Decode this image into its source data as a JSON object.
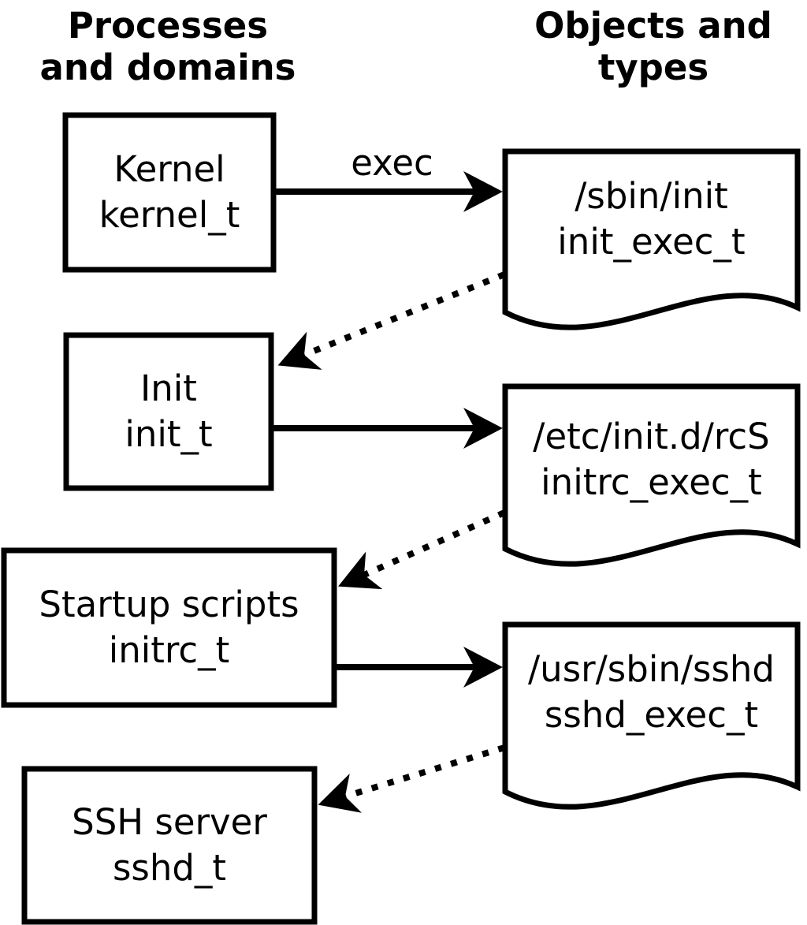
{
  "headers": {
    "left": {
      "line1": "Processes",
      "line2": "and domains"
    },
    "right": {
      "line1": "Objects and",
      "line2": "types"
    }
  },
  "processes": [
    {
      "name": "Kernel",
      "type": "kernel_t"
    },
    {
      "name": "Init",
      "type": "init_t"
    },
    {
      "name": "Startup scripts",
      "type": "initrc_t"
    },
    {
      "name": "SSH server",
      "type": "sshd_t"
    }
  ],
  "objects": [
    {
      "path": "/sbin/init",
      "type": "init_exec_t"
    },
    {
      "path": "/etc/init.d/rcS",
      "type": "initrc_exec_t"
    },
    {
      "path": "/usr/sbin/sshd",
      "type": "sshd_exec_t"
    }
  ],
  "edges": {
    "exec_label": "exec",
    "solid": [
      {
        "from": "kernel_t",
        "to": "init_exec_t",
        "label": "exec"
      },
      {
        "from": "init_t",
        "to": "initrc_exec_t",
        "label": ""
      },
      {
        "from": "initrc_t",
        "to": "sshd_exec_t",
        "label": ""
      }
    ],
    "dotted": [
      {
        "from": "init_exec_t",
        "to": "init_t"
      },
      {
        "from": "initrc_exec_t",
        "to": "initrc_t"
      },
      {
        "from": "sshd_exec_t",
        "to": "sshd_t"
      }
    ]
  },
  "colors": {
    "foreground": "#000000",
    "background": "#ffffff"
  }
}
